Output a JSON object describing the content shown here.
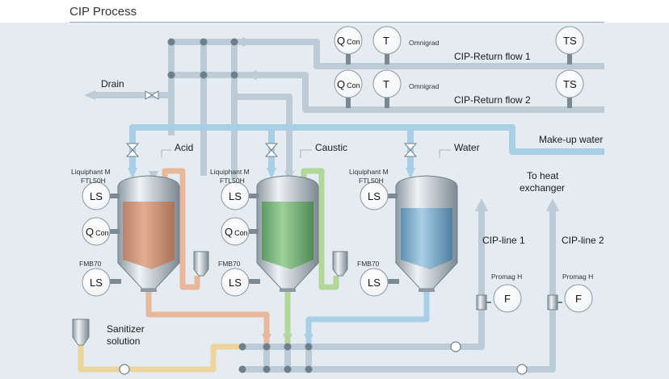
{
  "title": "CIP Process",
  "labels": {
    "drain": "Drain",
    "return1": "CIP-Return flow 1",
    "return2": "CIP-Return flow 2",
    "makeup": "Make-up water",
    "acid": "Acid",
    "caustic": "Caustic",
    "water": "Water",
    "to_heat_line1": "To heat",
    "to_heat_line2": "exchanger",
    "cip_line1": "CIP-line 1",
    "cip_line2": "CIP-line 2",
    "sanitizer_line1": "Sanitizer",
    "sanitizer_line2": "solution"
  },
  "instrument_labels": {
    "omnigrad": "Omnigrad",
    "liquiphant_line1": "Liquiphant M",
    "liquiphant_line2": "FTL50H",
    "fmb70": "FMB70",
    "promag": "Promag H"
  },
  "instruments": {
    "q": "Q",
    "con": "Con",
    "t": "T",
    "ts": "TS",
    "ls": "LS",
    "f": "F"
  },
  "colors": {
    "pipe": "#bccbd6",
    "makeup_pipe": "#a8cfe6",
    "acid": "#e9b89a",
    "caustic": "#b3d69a",
    "water": "#a8cfe6",
    "sanitizer": "#ecd49a",
    "node": "#6e7f8c"
  }
}
